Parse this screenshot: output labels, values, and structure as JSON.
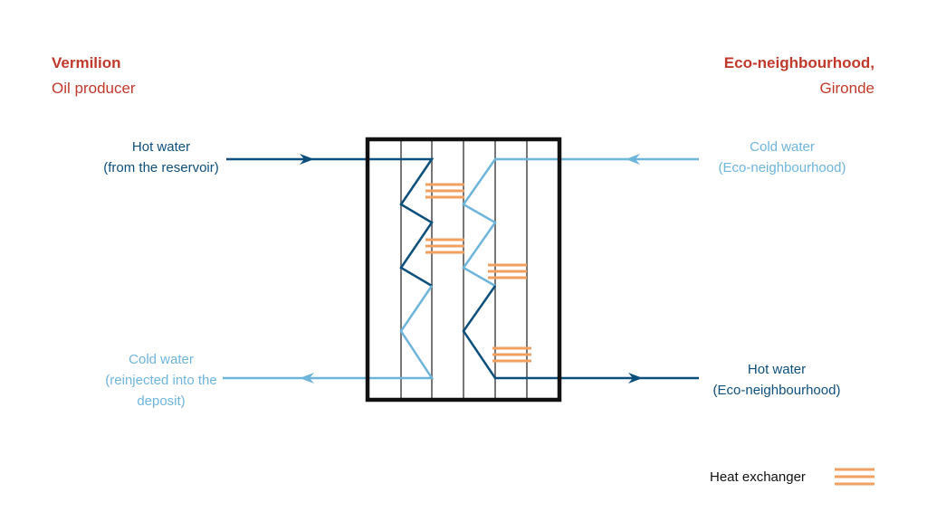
{
  "left_party": {
    "name": "Vermilion",
    "role": "Oil producer"
  },
  "right_party": {
    "name": "Eco-neighbourhood,",
    "place": "Gironde"
  },
  "flows": {
    "hot_in": {
      "line1": "Hot water",
      "line2": "(from the reservoir)"
    },
    "cold_out": {
      "line1": "Cold water",
      "line2": "(reinjected into the",
      "line3": "deposit)"
    },
    "cold_in": {
      "line1": "Cold water",
      "line2": "(Eco-neighbourhood)"
    },
    "hot_out": {
      "line1": "Hot water",
      "line2": "(Eco-neighbourhood)"
    }
  },
  "legend": {
    "label": "Heat exchanger"
  },
  "colors": {
    "dark_blue": "#0d4f7c",
    "light_blue": "#6eb5dc",
    "orange": "#f0a060",
    "red": "#c0392b",
    "frame": "#111111",
    "plate": "#777777"
  }
}
